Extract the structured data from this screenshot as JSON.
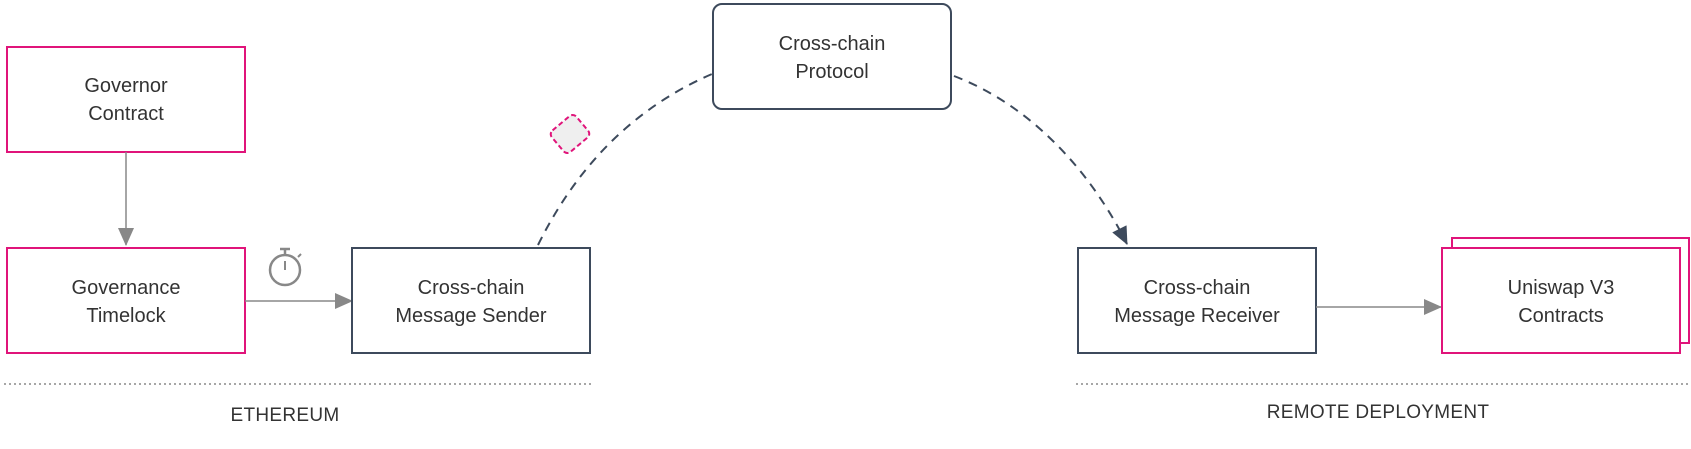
{
  "diagram": {
    "nodes": {
      "governor": {
        "line1": "Governor",
        "line2": "Contract"
      },
      "timelock": {
        "line1": "Governance",
        "line2": "Timelock"
      },
      "sender": {
        "line1": "Cross-chain",
        "line2": "Message Sender"
      },
      "protocol": {
        "line1": "Cross-chain",
        "line2": "Protocol"
      },
      "receiver": {
        "line1": "Cross-chain",
        "line2": "Message Receiver"
      },
      "uniswap": {
        "line1": "Uniswap V3",
        "line2": "Contracts"
      }
    },
    "regions": {
      "ethereum": "ETHEREUM",
      "remote": "REMOTE DEPLOYMENT"
    },
    "icons": {
      "delay": "stopwatch-icon",
      "message": "message-packet-icon"
    },
    "colors": {
      "ethereum_node_border": "#e0147a",
      "bridge_node_border": "#3d4a5c",
      "connector": "#888888",
      "dashed_path": "#3d4a5c"
    }
  }
}
